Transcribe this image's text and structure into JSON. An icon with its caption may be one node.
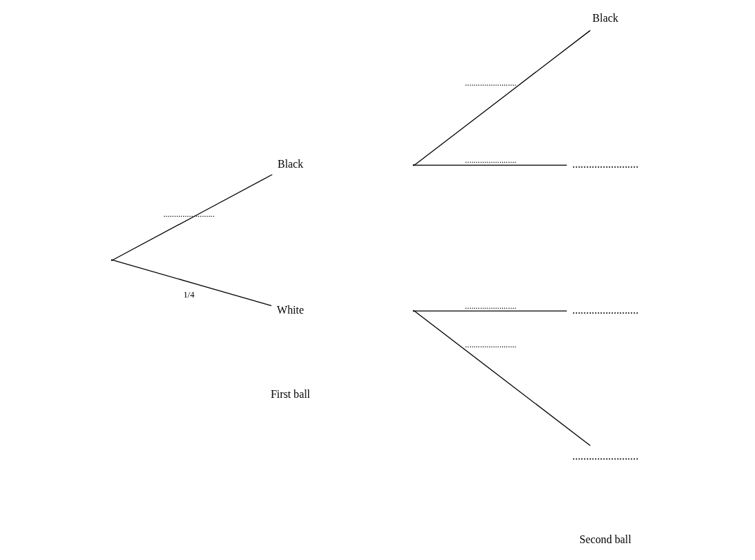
{
  "diagram": {
    "nodes": [
      {
        "text": [],
        "shape": "point"
      },
      {
        "text": [
          "Black"
        ]
      },
      {
        "text": [
          "White"
        ]
      },
      {
        "text": [],
        "shape": "point"
      },
      {
        "text": [
          "Black"
        ]
      },
      {
        "text": [
          "........................"
        ]
      },
      {
        "text": [],
        "shape": "point"
      },
      {
        "text": [
          "........................"
        ]
      },
      {
        "text": [
          "........................"
        ]
      }
    ],
    "edges": [
      {
        "from": 0,
        "to": 1,
        "arrow": "none",
        "label": "........................"
      },
      {
        "from": 0,
        "to": 2,
        "arrow": "none",
        "label": "1/4"
      },
      {
        "from": 3,
        "to": 4,
        "arrow": "none",
        "label": "........................"
      },
      {
        "from": 3,
        "to": 5,
        "arrow": "none",
        "label": "........................"
      },
      {
        "from": 6,
        "to": 7,
        "arrow": "none",
        "label": "........................"
      },
      {
        "from": 6,
        "to": 8,
        "arrow": "none",
        "label": "........................"
      }
    ],
    "labels": [
      "First ball",
      "Second ball"
    ]
  }
}
